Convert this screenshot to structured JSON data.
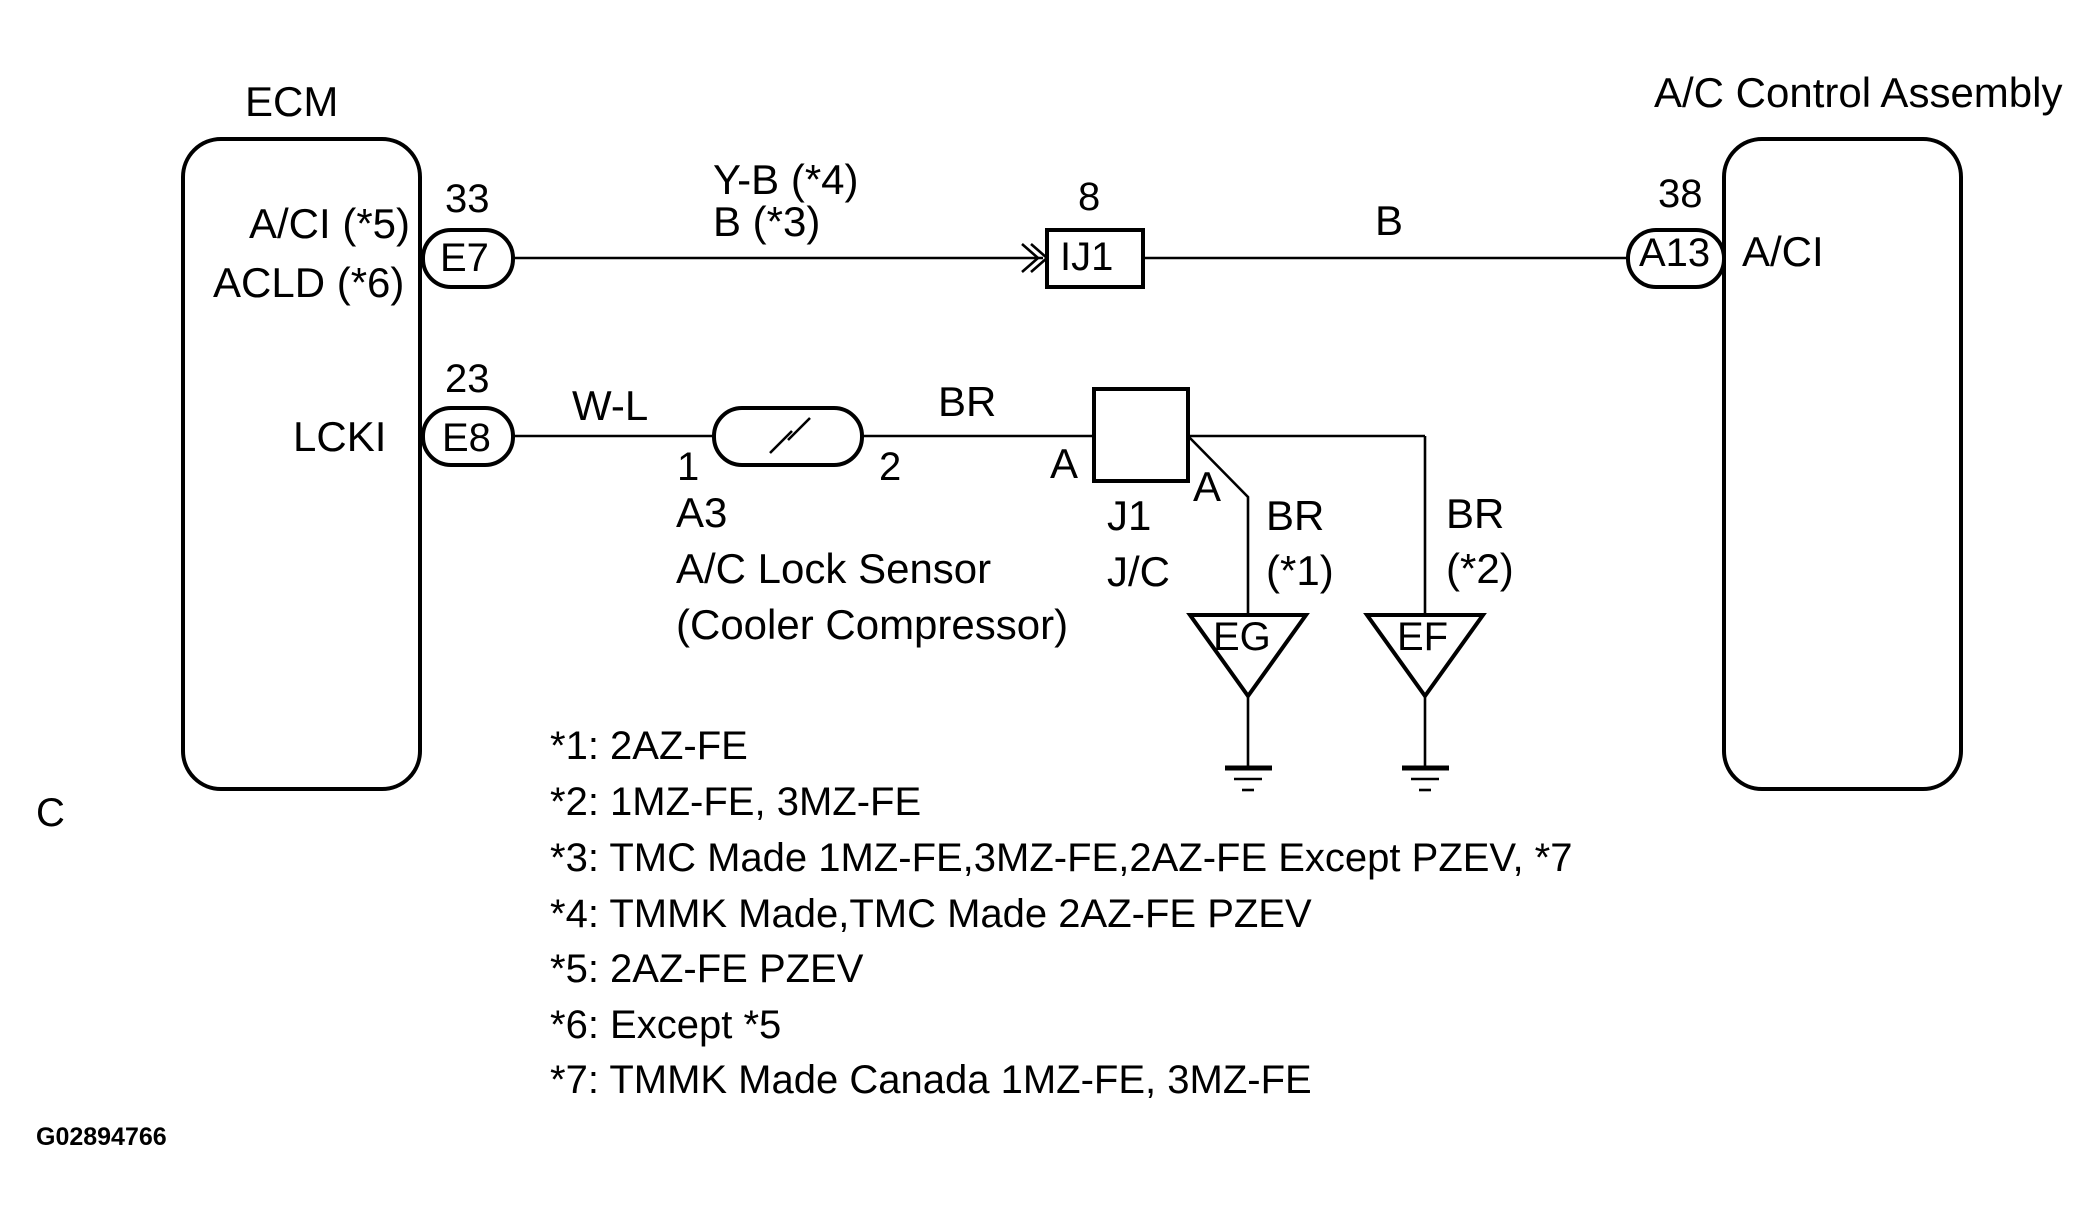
{
  "components": {
    "ecm": {
      "title": "ECM",
      "pins": [
        {
          "label": "A/CI (*5)",
          "connector": "E7",
          "number": "33"
        },
        {
          "label": "ACLD (*6)"
        },
        {
          "label": "LCKI",
          "connector": "E8",
          "number": "23"
        }
      ]
    },
    "ac_control": {
      "title": "A/C Control Assembly",
      "pin": {
        "label": "A/CI",
        "connector": "A13",
        "number": "38"
      }
    },
    "ij1": {
      "connector": "IJ1",
      "number": "8"
    },
    "lock_sensor": {
      "code": "A3",
      "name": "A/C Lock Sensor",
      "subtitle": "(Cooler Compressor)",
      "pin_left": "1",
      "pin_right": "2"
    },
    "junction": {
      "code": "J1",
      "name": "J/C",
      "terminal_in": "A",
      "terminal_out": "A"
    },
    "grounds": [
      {
        "name": "EG",
        "wire": "BR",
        "note": "(*1)"
      },
      {
        "name": "EF",
        "wire": "BR",
        "note": "(*2)"
      }
    ]
  },
  "wires": {
    "acl_to_ij1_line1": "Y-B  (*4)",
    "acl_to_ij1_line2": "B (*3)",
    "ij1_to_a13": "B",
    "lcki_to_sensor": "W-L",
    "sensor_to_junction": "BR"
  },
  "notes": [
    "*1:  2AZ-FE",
    "*2:  1MZ-FE,  3MZ-FE",
    "*3:  TMC  Made  1MZ-FE,3MZ-FE,2AZ-FE Except PZEV, *7",
    "*4: TMMK Made,TMC Made 2AZ-FE PZEV",
    "*5: 2AZ-FE  PZEV",
    "*6: Except *5",
    "*7: TMMK Made Canada 1MZ-FE, 3MZ-FE"
  ],
  "corner_letter": "C",
  "figure_id": "G02894766"
}
